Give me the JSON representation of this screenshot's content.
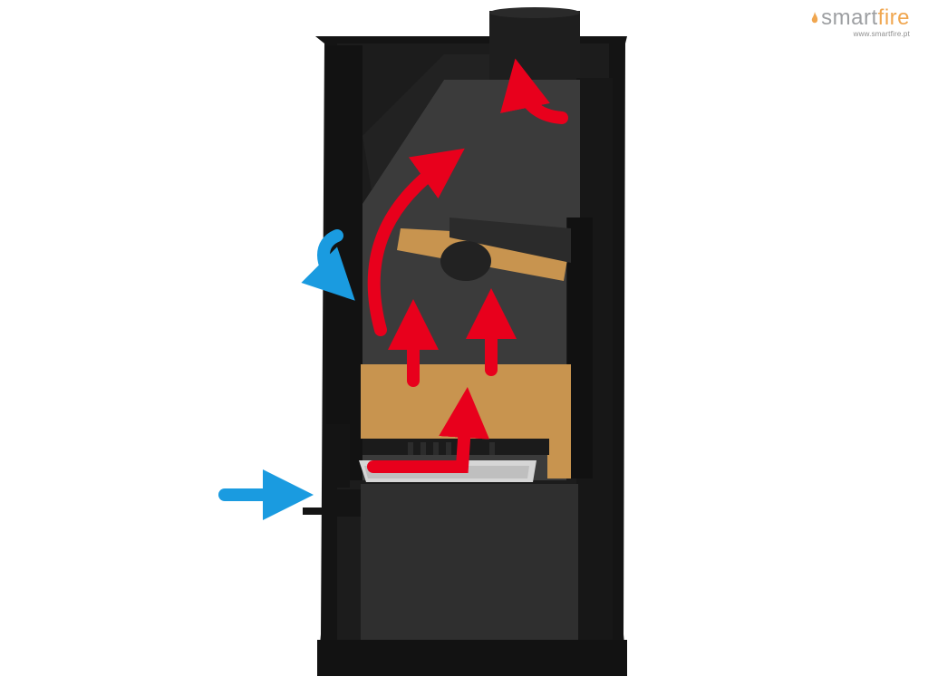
{
  "brand": {
    "name_part1": "smart",
    "name_part2": "fire",
    "url": "www.smartfire.pt",
    "colors": {
      "smart": "#9d9fa2",
      "fire": "#f0a64f"
    }
  },
  "diagram": {
    "subject": "stove-cutaway-airflow",
    "colors": {
      "body": "#1a1a1a",
      "interior": "#3a3a3a",
      "refractory": "#c8944f",
      "hot_air": "#e8001c",
      "cold_air": "#1a9be0"
    }
  }
}
